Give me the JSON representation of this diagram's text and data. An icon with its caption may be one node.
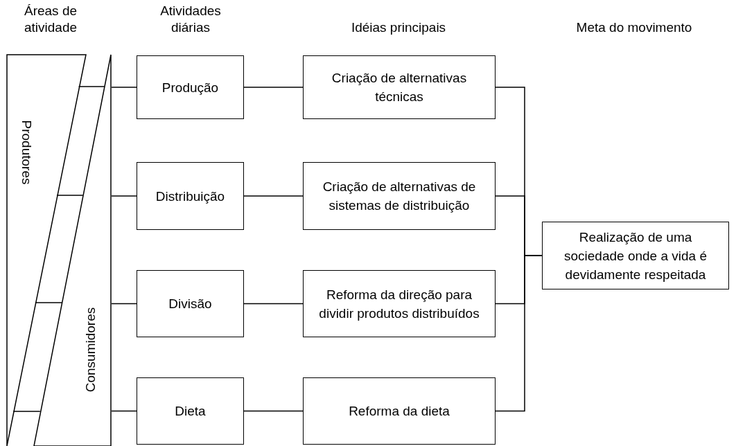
{
  "diagram": {
    "nodes": [
      {
        "text": [
          "Produtores"
        ]
      },
      {
        "text": [
          "Consumidores"
        ]
      },
      {
        "text": [
          "Produção"
        ]
      },
      {
        "text": [
          "Distribuição"
        ]
      },
      {
        "text": [
          "Divisão"
        ]
      },
      {
        "text": [
          "Dieta"
        ]
      },
      {
        "text": [
          "Criação de alternativas técnicas"
        ]
      },
      {
        "text": [
          "Criação de alternativas de sistemas de distribuição"
        ]
      },
      {
        "text": [
          "Reforma da direção para dividir produtos distribuídos"
        ]
      },
      {
        "text": [
          "Reforma da dieta"
        ]
      },
      {
        "text": [
          "Realização de uma sociedade onde a vida é devidamente respeitada"
        ]
      }
    ],
    "edges": [
      {
        "from": 0,
        "to": 1,
        "arrow": "none"
      },
      {
        "from": 0,
        "to": 1,
        "arrow": "none"
      },
      {
        "from": 0,
        "to": 1,
        "arrow": "none"
      },
      {
        "from": 0,
        "to": 1,
        "arrow": "none"
      },
      {
        "from": 1,
        "to": 2,
        "arrow": "none"
      },
      {
        "from": 1,
        "to": 3,
        "arrow": "none"
      },
      {
        "from": 1,
        "to": 4,
        "arrow": "none"
      },
      {
        "from": 1,
        "to": 5,
        "arrow": "none"
      },
      {
        "from": 2,
        "to": 6,
        "arrow": "none"
      },
      {
        "from": 3,
        "to": 7,
        "arrow": "none"
      },
      {
        "from": 4,
        "to": 8,
        "arrow": "none"
      },
      {
        "from": 5,
        "to": 9,
        "arrow": "none"
      },
      {
        "from": 6,
        "to": 10,
        "arrow": "none"
      },
      {
        "from": 7,
        "to": 10,
        "arrow": "none"
      },
      {
        "from": 8,
        "to": 10,
        "arrow": "none"
      },
      {
        "from": 9,
        "to": 10,
        "arrow": "none"
      }
    ],
    "labels": [
      "Áreas de atividade",
      "Atividades diárias",
      "Idéias principais",
      "Meta do movimento"
    ]
  }
}
